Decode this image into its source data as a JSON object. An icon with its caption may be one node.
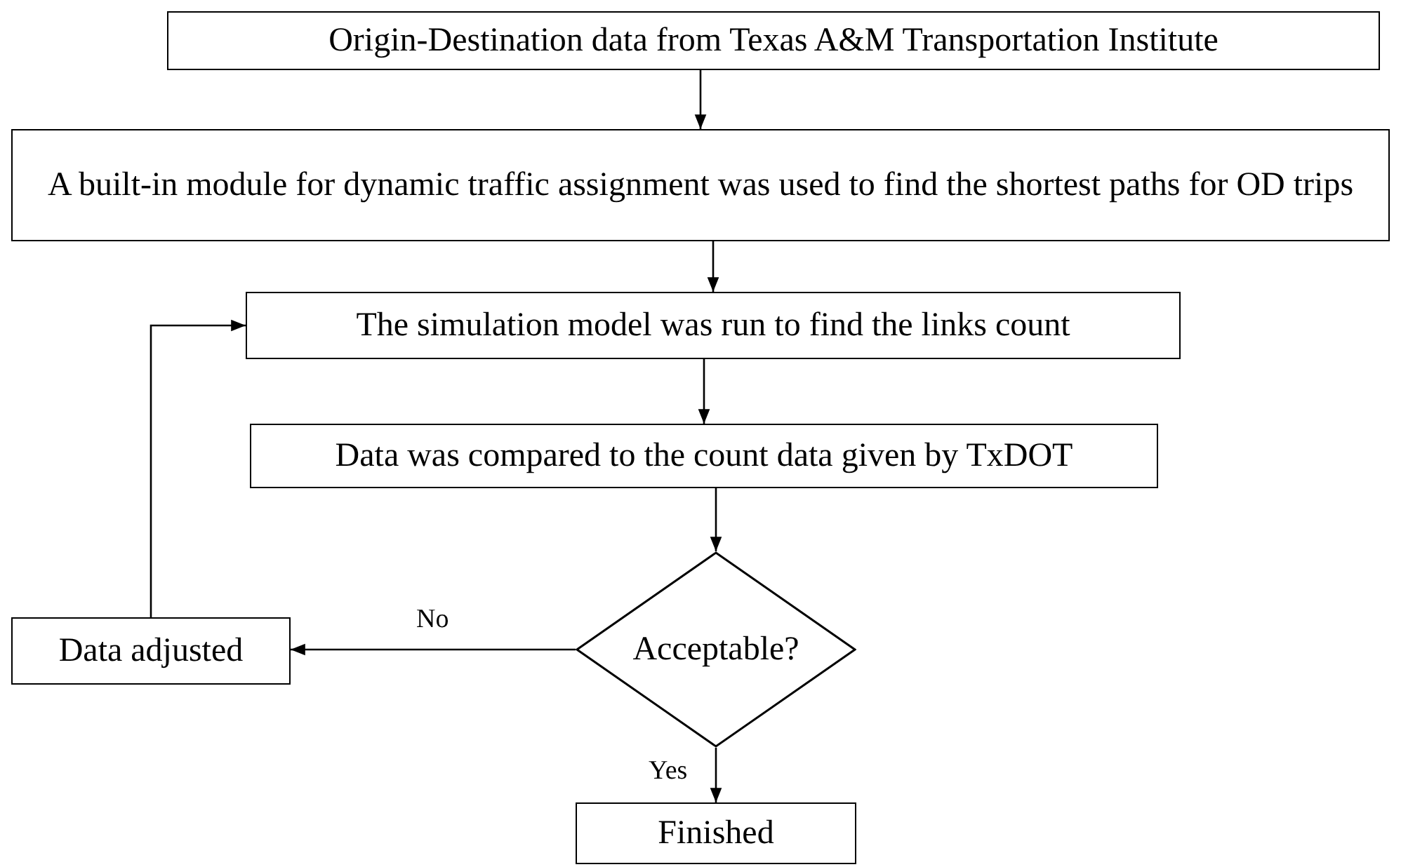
{
  "diagram": {
    "nodes": [
      {
        "text": [
          "Origin-Destination data from Texas A&M Transportation Institute"
        ]
      },
      {
        "text": [
          "A built-in module for dynamic traffic assignment was used to find the shortest paths for OD trips"
        ]
      },
      {
        "text": [
          "The simulation model was run to find the links count"
        ]
      },
      {
        "text": [
          "Data was compared to the count data given by TxDOT"
        ]
      },
      {
        "text": [
          "Acceptable?"
        ]
      },
      {
        "text": [
          "Data adjusted"
        ]
      },
      {
        "text": [
          "Finished"
        ]
      }
    ],
    "edges": [
      {
        "from": 0,
        "to": 1,
        "arrow": "to"
      },
      {
        "from": 1,
        "to": 2,
        "arrow": "to"
      },
      {
        "from": 2,
        "to": 3,
        "arrow": "to"
      },
      {
        "from": 3,
        "to": 4,
        "arrow": "to"
      },
      {
        "from": 4,
        "to": 5,
        "arrow": "to",
        "label": "No"
      },
      {
        "from": 4,
        "to": 6,
        "arrow": "to",
        "label": "Yes"
      },
      {
        "from": 5,
        "to": 2,
        "arrow": "to"
      }
    ]
  }
}
